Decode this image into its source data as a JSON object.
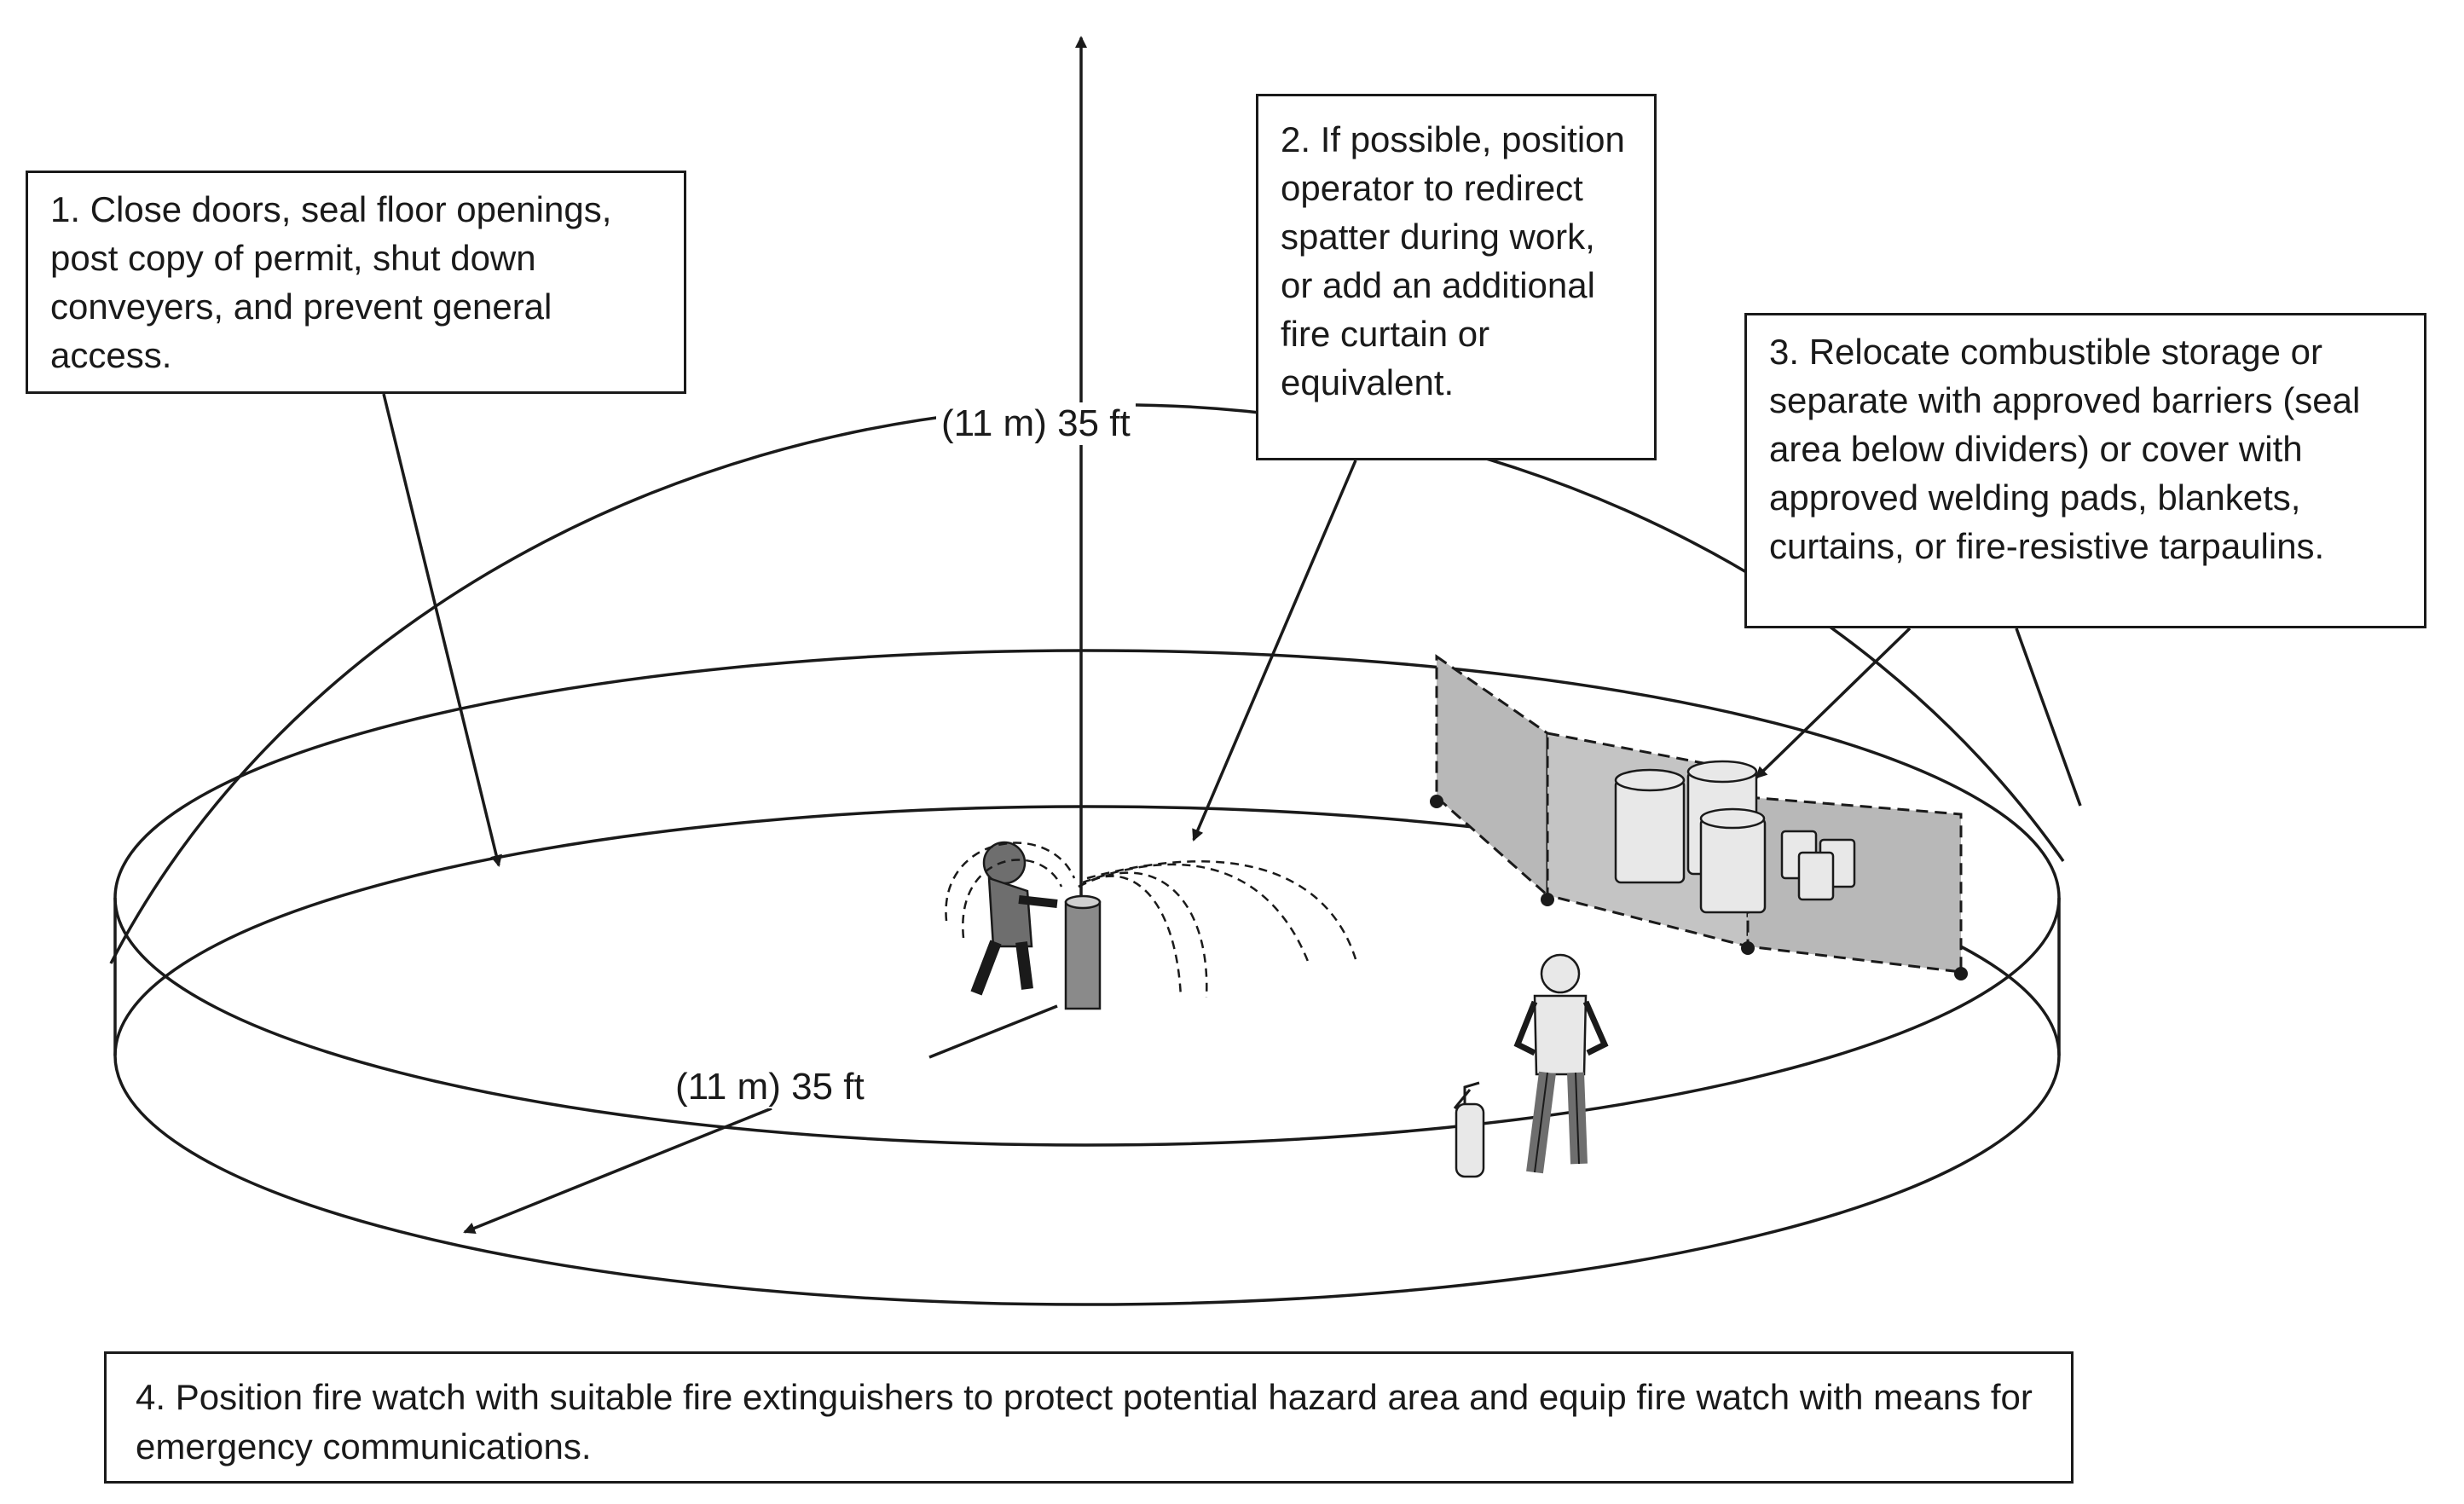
{
  "callouts": {
    "c1": "1. Close doors, seal floor openings, post copy of permit, shut down conveyers, and prevent general access.",
    "c2": "2. If possible, position operator to redirect spatter during work, or add an additional fire curtain or equivalent.",
    "c3": "3. Relocate combustible storage or separate with approved barriers (seal area below dividers) or cover with approved welding pads, blankets, curtains, or fire-resistive tarpaulins.",
    "c4": "4. Position fire watch with suitable fire extinguishers to protect potential hazard area and equip fire watch with means for emergency communications."
  },
  "dimensions": {
    "vertical": "(11 m) 35 ft",
    "horizontal": "(11 m) 35 ft"
  },
  "colors": {
    "line": "#1a1a1a",
    "curtain_fill": "#b8b8b8",
    "figure_fill": "#6e6e6e"
  }
}
